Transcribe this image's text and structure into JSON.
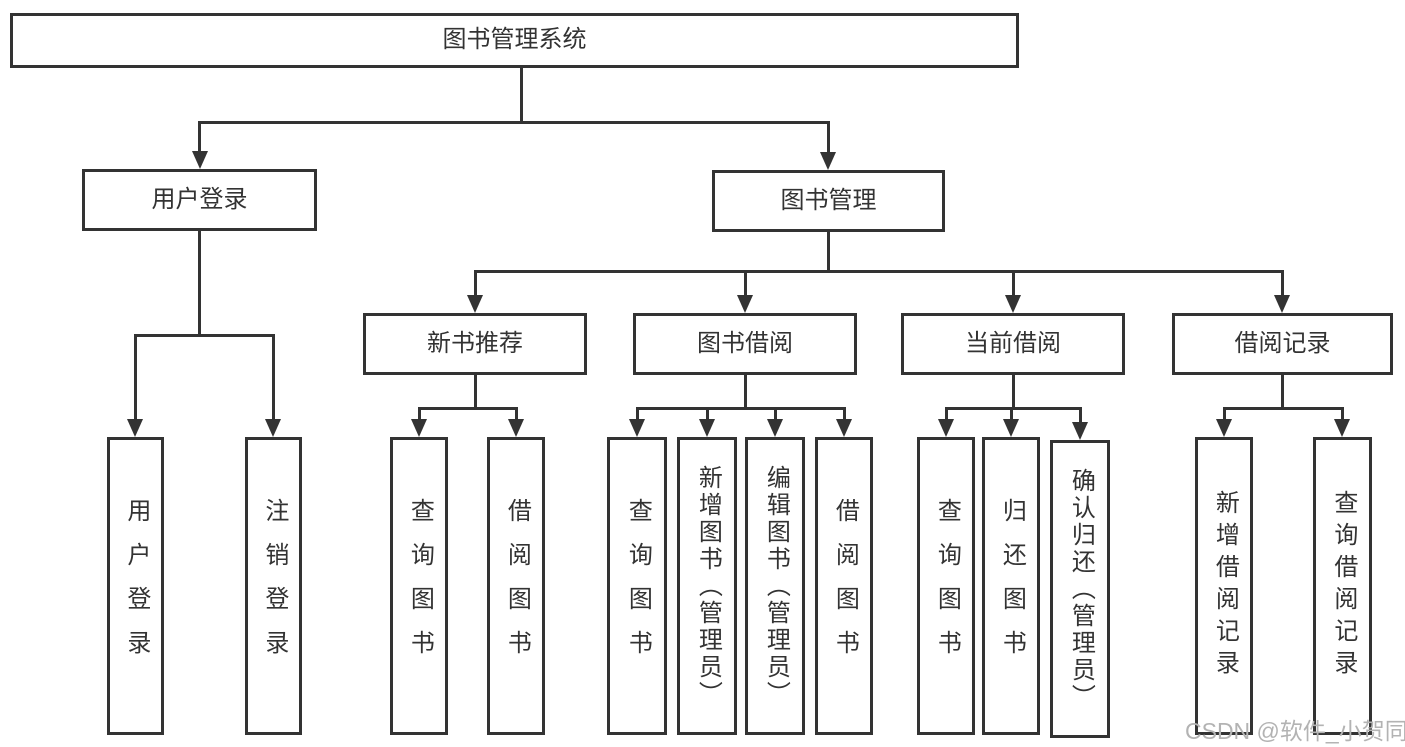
{
  "nodes": {
    "root": "图书管理系统",
    "level2": {
      "left": "用户登录",
      "right": "图书管理"
    },
    "level3": [
      "新书推荐",
      "图书借阅",
      "当前借阅",
      "借阅记录"
    ],
    "leaves": {
      "login": [
        "用户登录",
        "注销登录"
      ],
      "recommend": [
        "查询图书",
        "借阅图书"
      ],
      "borrow": [
        "查询图书",
        "新增图书（管理员）",
        "编辑图书（管理员）",
        "借阅图书"
      ],
      "current": [
        "查询图书",
        "归还图书",
        "确认归还（管理员）"
      ],
      "records": [
        "新增借阅记录",
        "查询借阅记录"
      ]
    }
  },
  "watermark": {
    "text": "CSDN @软件_小贺同学"
  },
  "colors": {
    "line": "#333333",
    "text": "#333333",
    "watermark": "#b3b3b3",
    "background": "#ffffff"
  }
}
